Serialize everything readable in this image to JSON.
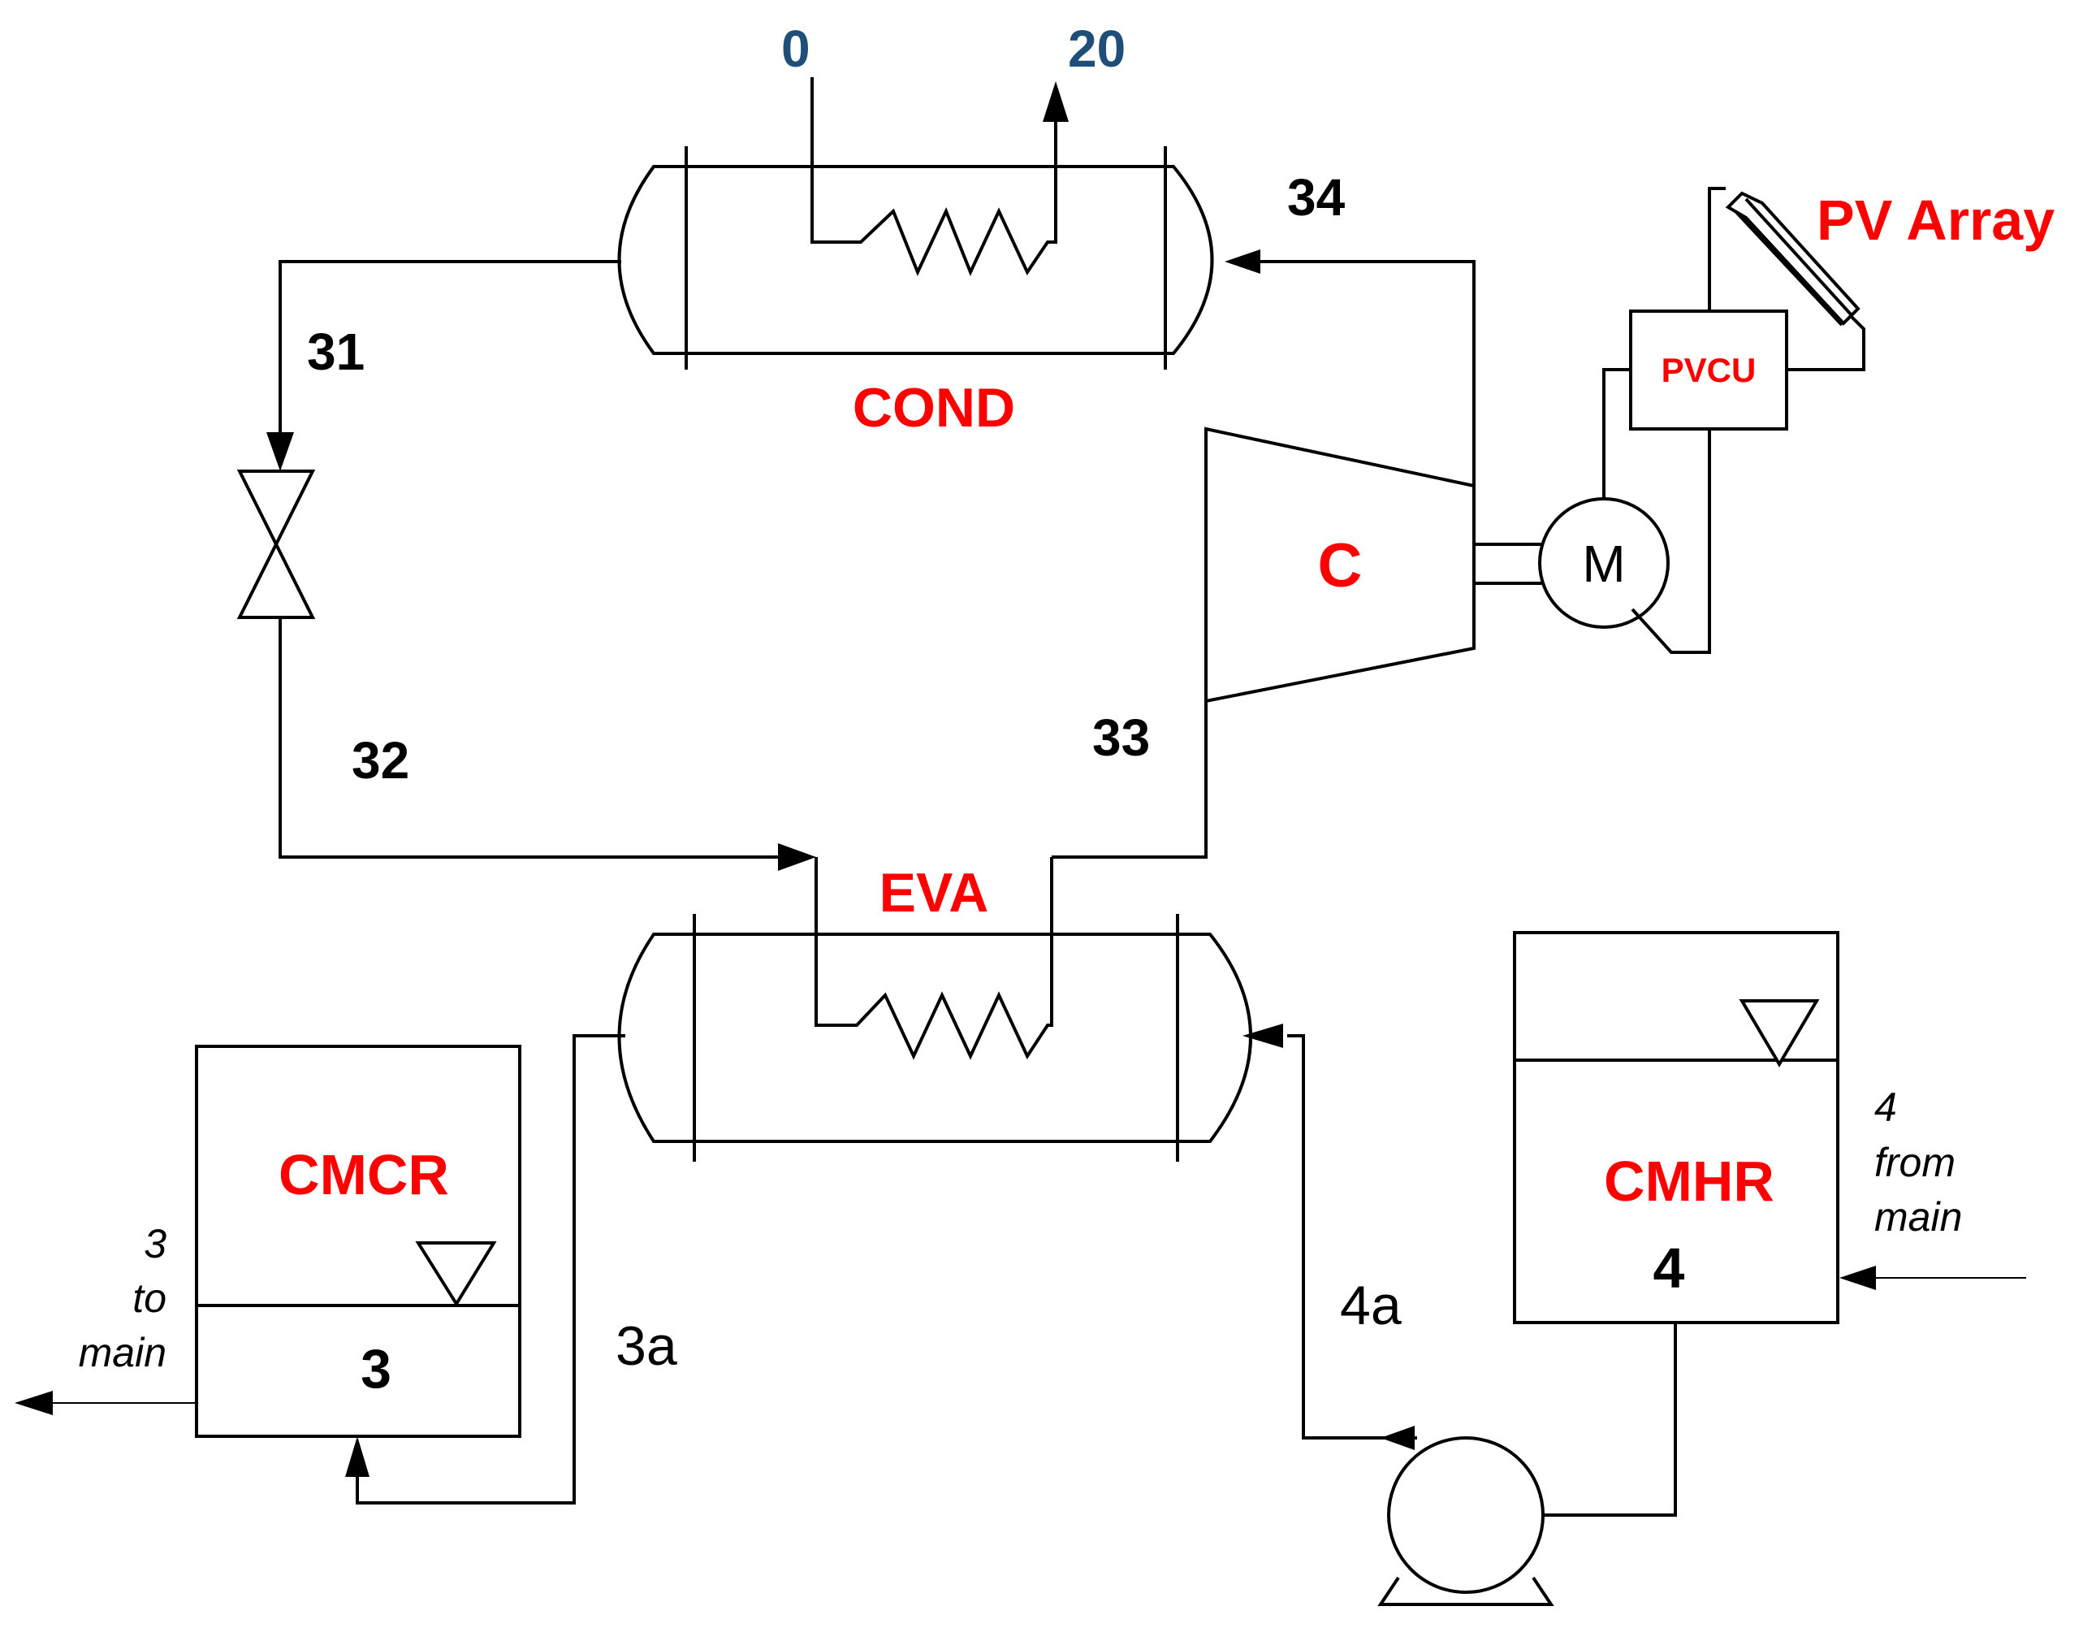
{
  "components": {
    "condenser": "COND",
    "evaporator": "EVA",
    "compressor": "C",
    "motor": "M",
    "pv_control_unit": "PVCU",
    "pv_array": "PV Array",
    "cold_tank": "CMCR",
    "hot_tank": "CMHR"
  },
  "state_points": {
    "cond_water_in": "0",
    "cond_water_out": "20",
    "p31": "31",
    "p32": "32",
    "p33": "33",
    "p34": "34",
    "p3": "3",
    "p3a": "3a",
    "p4": "4",
    "p4a": "4a"
  },
  "flow_notes": {
    "cold_out": [
      "3",
      "to",
      "main"
    ],
    "hot_in": [
      "4",
      "from",
      "main"
    ]
  },
  "colors": {
    "component_label": "#ff0000",
    "water_label": "#1f4e79",
    "line": "#000000"
  }
}
